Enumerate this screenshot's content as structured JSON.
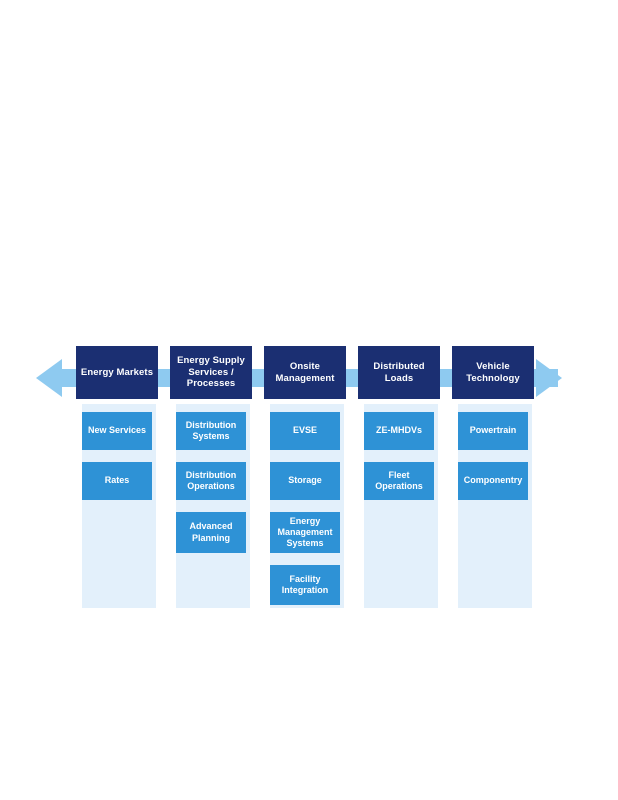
{
  "diagram": {
    "title": "Electrification value chain columns",
    "colors": {
      "header_navy": "#1B2F72",
      "sub_blue": "#2E92D6",
      "arrow_blue": "#8ECAF0",
      "column_bg": "#E3F0FB",
      "text": "#FFFFFF",
      "page_bg": "#FFFFFF"
    },
    "arrows": {
      "left_label": "left-arrow",
      "right_label": "right-arrow"
    },
    "columns": [
      {
        "header": "Energy Markets",
        "items": [
          "New Services",
          "Rates"
        ]
      },
      {
        "header": "Energy Supply Services / Processes",
        "items": [
          "Distribution Systems",
          "Distribution Operations",
          "Advanced Planning"
        ]
      },
      {
        "header": "Onsite Management",
        "items": [
          "EVSE",
          "Storage",
          "Energy Management Systems",
          "Facility Integration"
        ]
      },
      {
        "header": "Distributed Loads",
        "items": [
          "ZE-MHDVs",
          "Fleet Operations"
        ]
      },
      {
        "header": "Vehicle Technology",
        "items": [
          "Powertrain",
          "Componentry"
        ]
      }
    ]
  }
}
